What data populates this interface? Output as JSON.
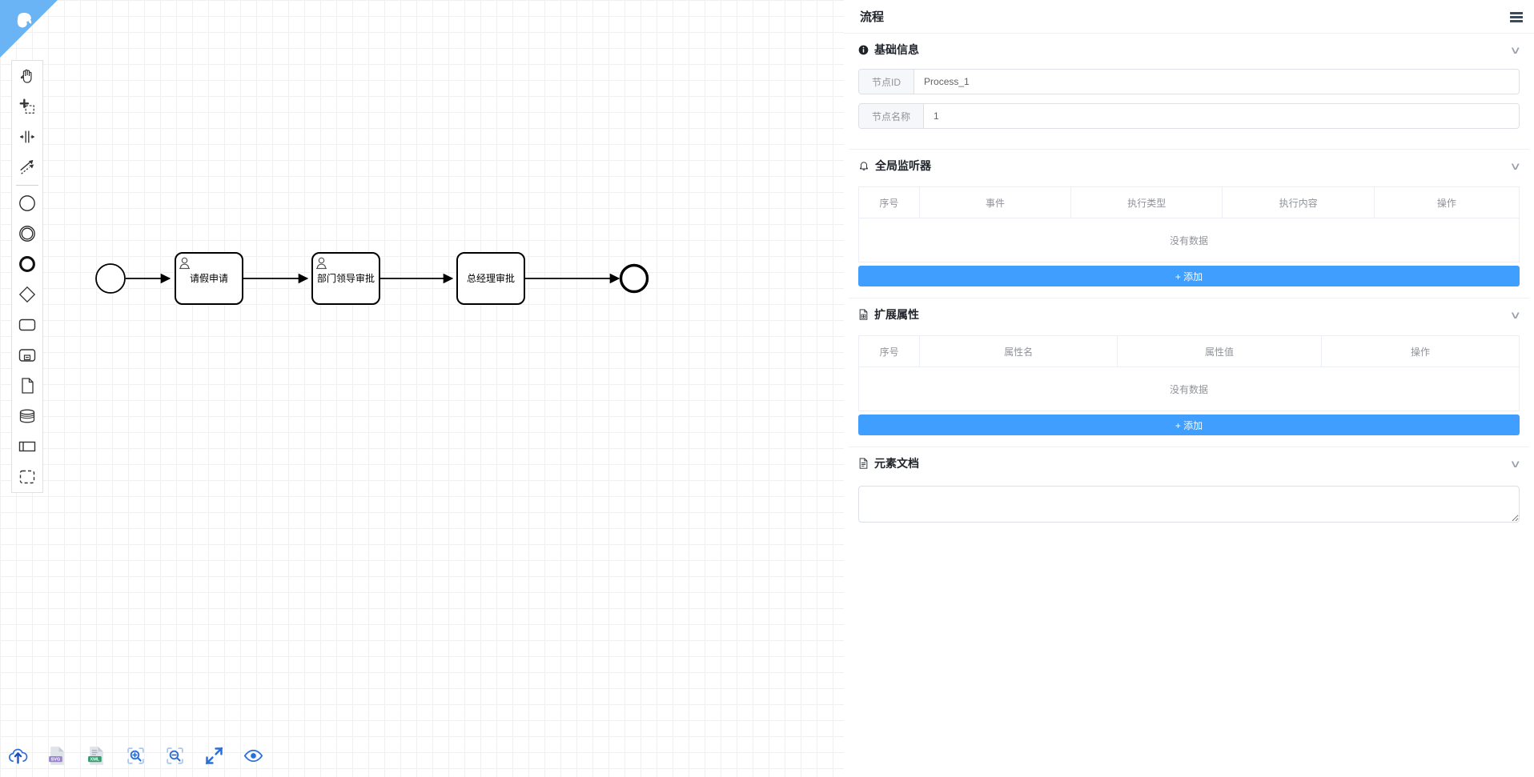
{
  "app": {
    "logo_name": "bpmn-io-logo"
  },
  "palette": {
    "tools": [
      {
        "name": "hand-tool",
        "title": "激活抓手工具"
      },
      {
        "name": "lasso-tool",
        "title": "激活套索工具"
      },
      {
        "name": "space-tool",
        "title": "激活空间工具"
      },
      {
        "name": "connect-tool",
        "title": "激活全局连接工具"
      }
    ],
    "shapes": [
      {
        "name": "start-event",
        "title": "创建开始事件"
      },
      {
        "name": "intermediate-event",
        "title": "创建中间事件"
      },
      {
        "name": "end-event",
        "title": "创建结束事件"
      },
      {
        "name": "gateway",
        "title": "创建网关"
      },
      {
        "name": "task",
        "title": "创建任务"
      },
      {
        "name": "subprocess",
        "title": "创建展开式子流程"
      },
      {
        "name": "data-object",
        "title": "创建数据对象"
      },
      {
        "name": "data-store",
        "title": "创建数据存储"
      },
      {
        "name": "participant",
        "title": "创建池/参与者"
      },
      {
        "name": "group",
        "title": "创建分组"
      }
    ]
  },
  "diagram": {
    "nodes": [
      {
        "id": "start",
        "type": "start-event",
        "label": ""
      },
      {
        "id": "task1",
        "type": "user-task",
        "label": "请假申请"
      },
      {
        "id": "task2",
        "type": "user-task",
        "label": "部门领导审批"
      },
      {
        "id": "task3",
        "type": "task",
        "label": "总经理审批"
      },
      {
        "id": "end",
        "type": "end-event",
        "label": ""
      }
    ]
  },
  "bottom_toolbar": {
    "buttons": [
      {
        "name": "upload-icon",
        "label": "上传文件"
      },
      {
        "name": "export-svg-icon",
        "label": "SVG"
      },
      {
        "name": "export-xml-icon",
        "label": "XML"
      },
      {
        "name": "zoom-in-icon",
        "label": "放大"
      },
      {
        "name": "zoom-out-icon",
        "label": "缩小"
      },
      {
        "name": "fit-screen-icon",
        "label": "适应屏幕"
      },
      {
        "name": "preview-icon",
        "label": "预览"
      }
    ]
  },
  "panel": {
    "title": "流程",
    "menu_icon": "list-menu-icon",
    "sections": {
      "basic": {
        "icon": "info-icon",
        "title": "基础信息",
        "fields": [
          {
            "label": "节点ID",
            "value": "Process_1",
            "placeholder": ""
          },
          {
            "label": "节点名称",
            "value": "1",
            "placeholder": ""
          }
        ]
      },
      "listener": {
        "icon": "bell-icon",
        "title": "全局监听器",
        "columns": [
          "序号",
          "事件",
          "执行类型",
          "执行内容",
          "操作"
        ],
        "rows": [],
        "empty_text": "没有数据",
        "add_label": "+ 添加"
      },
      "extension": {
        "icon": "file-plus-icon",
        "title": "扩展属性",
        "columns": [
          "序号",
          "属性名",
          "属性值",
          "操作"
        ],
        "rows": [],
        "empty_text": "没有数据",
        "add_label": "+ 添加"
      },
      "documentation": {
        "icon": "file-text-icon",
        "title": "元素文档",
        "value": "",
        "placeholder": ""
      }
    }
  },
  "colors": {
    "accent": "#409eff",
    "logo": "#6ab3f4",
    "label": "#909399",
    "text": "#1f2329"
  }
}
